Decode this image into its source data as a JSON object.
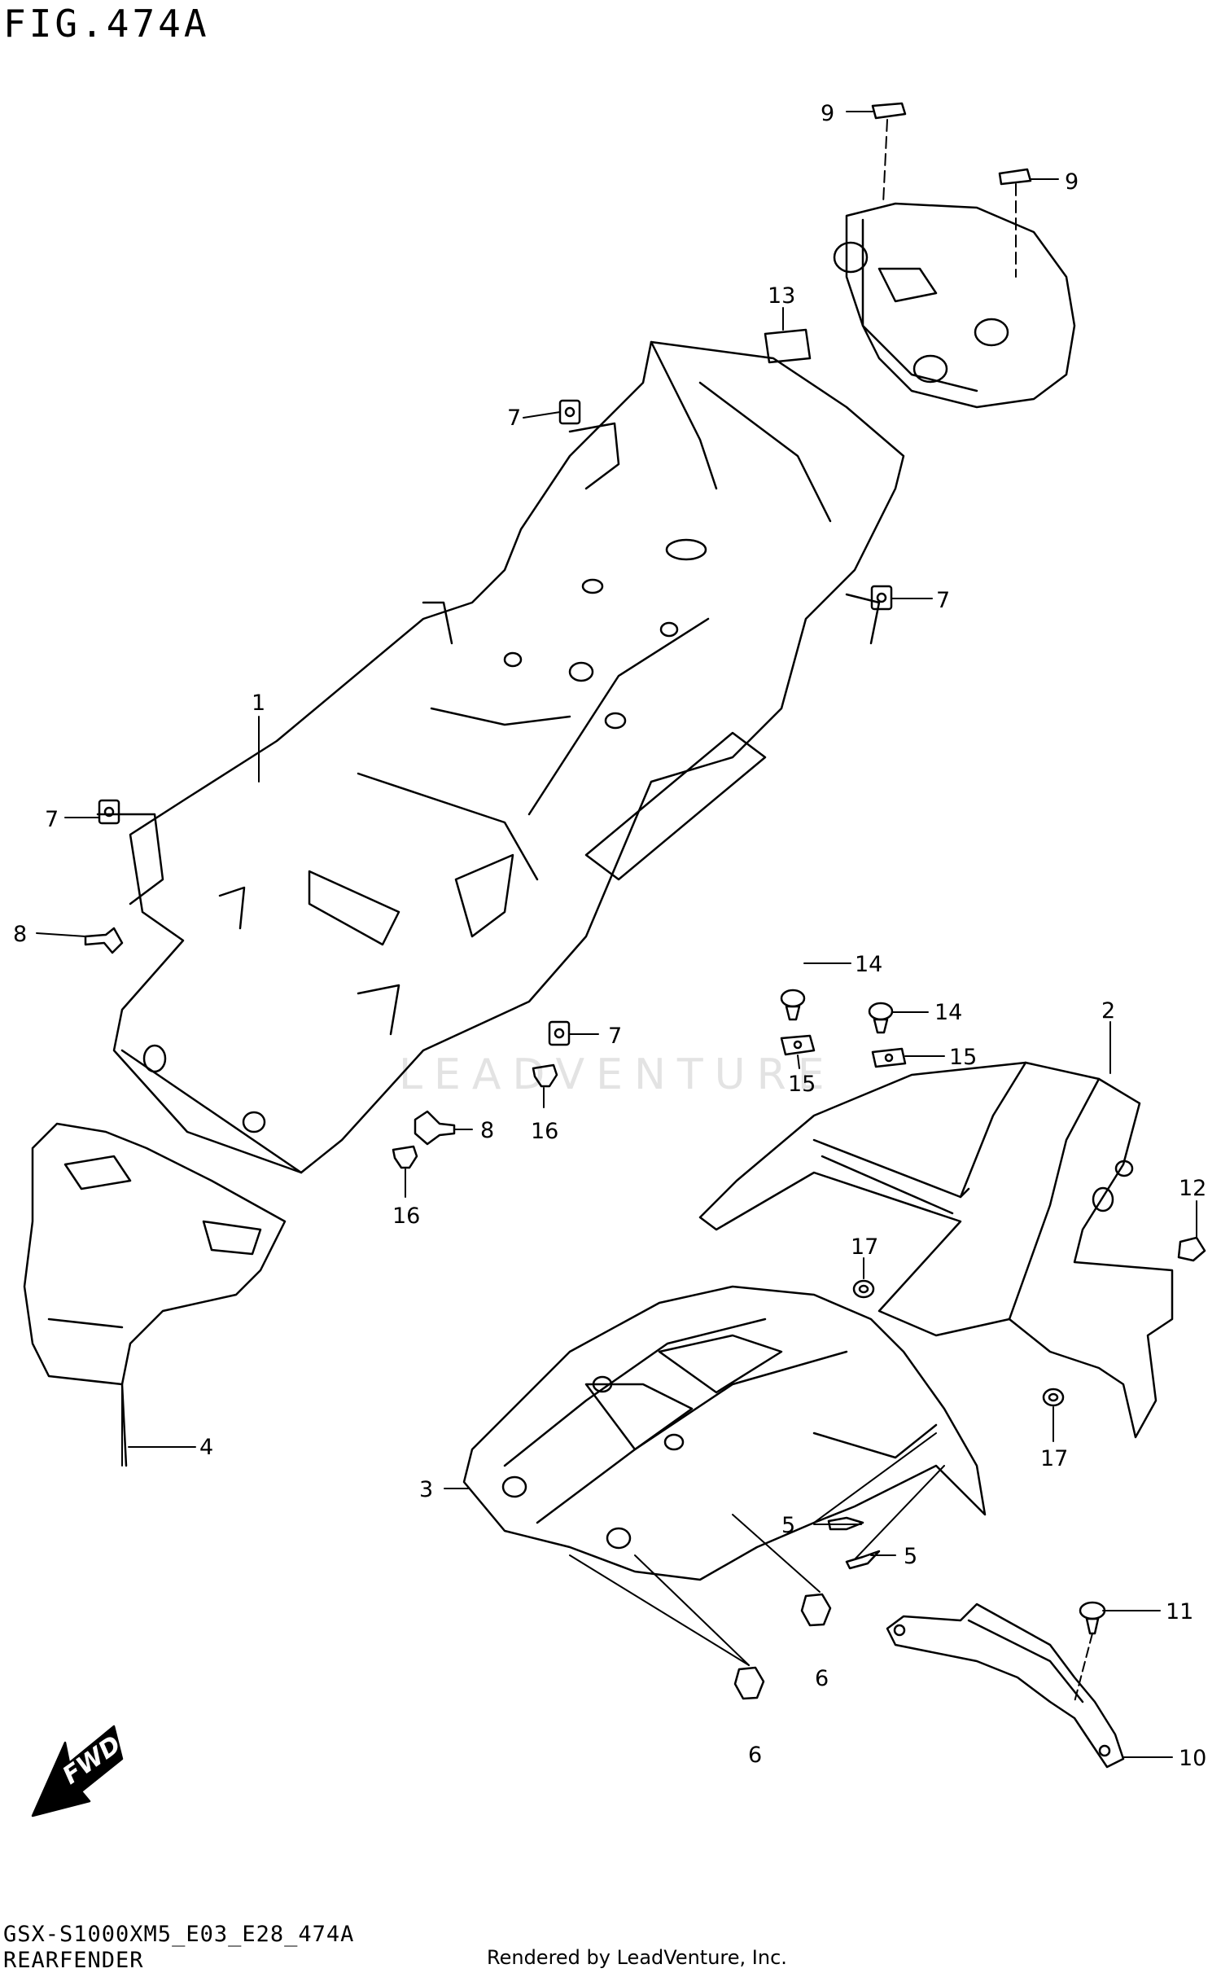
{
  "figure": {
    "title": "FIG.474A",
    "model_code": "GSX-S1000XM5_E03_E28_474A",
    "section_name": "REARFENDER",
    "credit": "Rendered by LeadVenture, Inc.",
    "watermark": "LEADVENTURE",
    "fwd_label": "FWD"
  },
  "callouts": [
    {
      "id": "c1",
      "label": "1"
    },
    {
      "id": "c2",
      "label": "2"
    },
    {
      "id": "c3",
      "label": "3"
    },
    {
      "id": "c4",
      "label": "4"
    },
    {
      "id": "c5a",
      "label": "5"
    },
    {
      "id": "c5b",
      "label": "5"
    },
    {
      "id": "c6a",
      "label": "6"
    },
    {
      "id": "c6b",
      "label": "6"
    },
    {
      "id": "c7a",
      "label": "7"
    },
    {
      "id": "c7b",
      "label": "7"
    },
    {
      "id": "c7c",
      "label": "7"
    },
    {
      "id": "c7d",
      "label": "7"
    },
    {
      "id": "c8a",
      "label": "8"
    },
    {
      "id": "c8b",
      "label": "8"
    },
    {
      "id": "c9a",
      "label": "9"
    },
    {
      "id": "c9b",
      "label": "9"
    },
    {
      "id": "c10",
      "label": "10"
    },
    {
      "id": "c11",
      "label": "11"
    },
    {
      "id": "c12",
      "label": "12"
    },
    {
      "id": "c13",
      "label": "13"
    },
    {
      "id": "c14a",
      "label": "14"
    },
    {
      "id": "c14b",
      "label": "14"
    },
    {
      "id": "c15a",
      "label": "15"
    },
    {
      "id": "c15b",
      "label": "15"
    },
    {
      "id": "c16a",
      "label": "16"
    },
    {
      "id": "c16b",
      "label": "16"
    },
    {
      "id": "c17a",
      "label": "17"
    },
    {
      "id": "c17b",
      "label": "17"
    }
  ]
}
